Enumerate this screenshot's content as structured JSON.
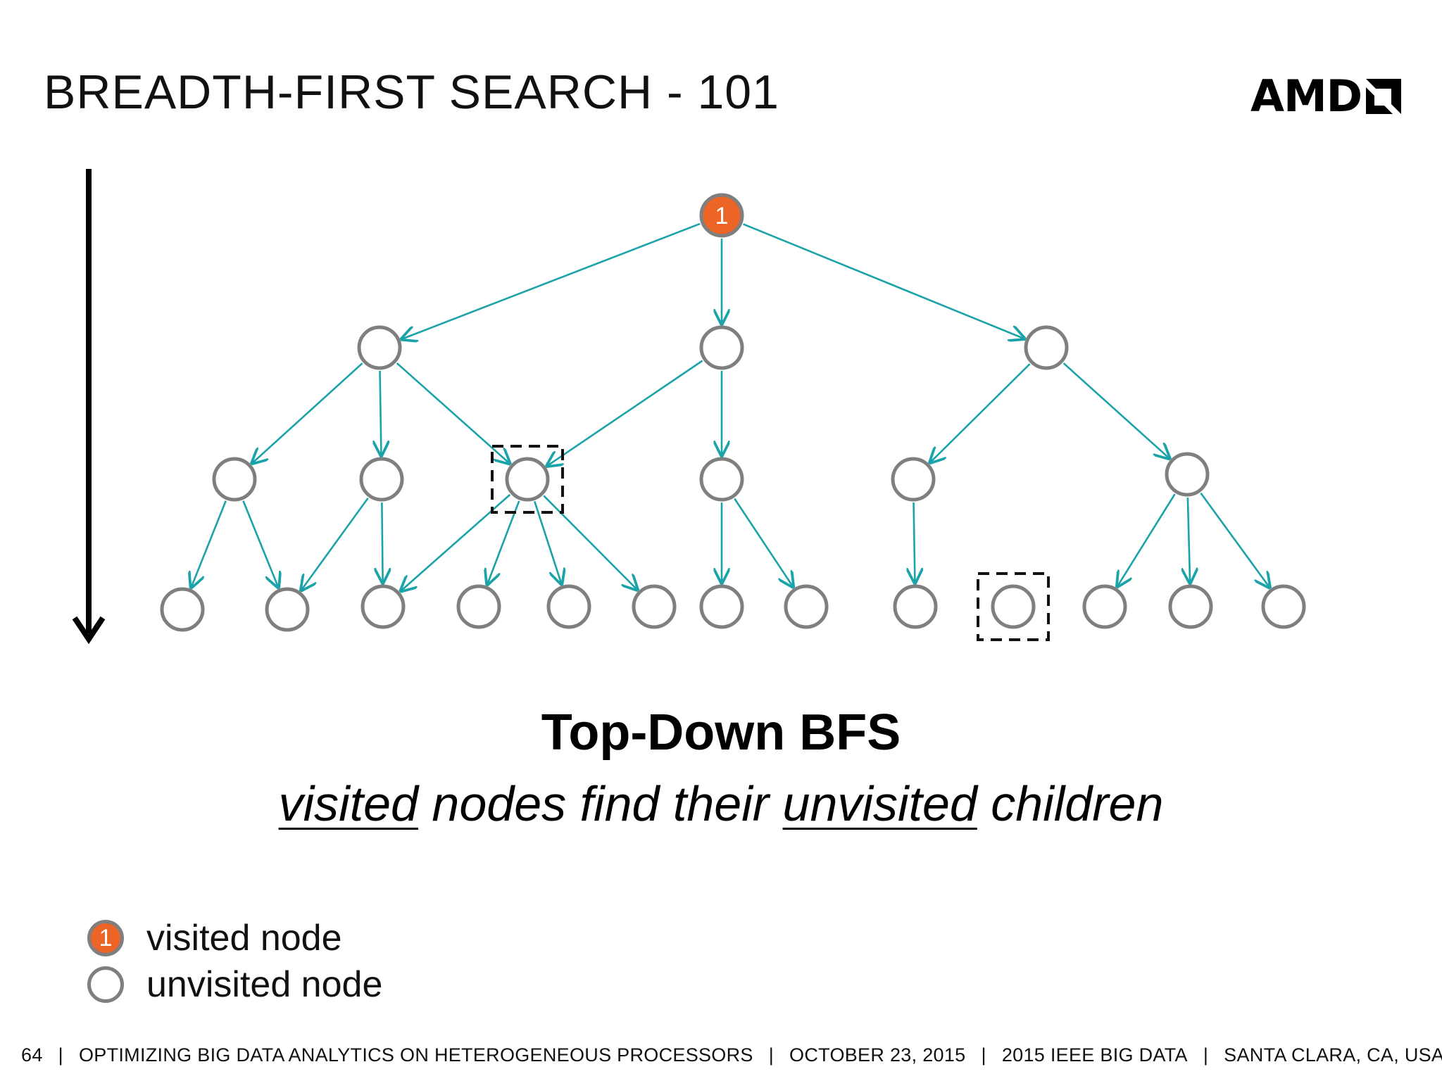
{
  "slide": {
    "title": "BREADTH-FIRST SEARCH - 101",
    "logo_text": "AMD",
    "headline": "Top-Down BFS",
    "subtitle_parts": [
      "visited",
      " nodes find their ",
      "unvisited",
      " children"
    ]
  },
  "legend": {
    "visited_symbol": "1",
    "visited_label": "visited node",
    "unvisited_label": "unvisited node"
  },
  "footer": {
    "page": "64",
    "items": [
      "OPTIMIZING BIG DATA ANALYTICS ON HETEROGENEOUS PROCESSORS",
      "OCTOBER 23, 2015",
      "2015 IEEE BIG DATA",
      "SANTA CLARA, CA, USA"
    ]
  },
  "graph": {
    "colors": {
      "edge": "#1aa3a8",
      "node_stroke": "#7f7f7f",
      "visited_fill": "#ec6527",
      "highlight": "#111111"
    },
    "nodes": [
      {
        "id": "r",
        "label": "1",
        "visited": true
      }
    ],
    "root_label": "1",
    "dashed_highlight_nodes": [
      "l2c",
      "l3j"
    ]
  }
}
